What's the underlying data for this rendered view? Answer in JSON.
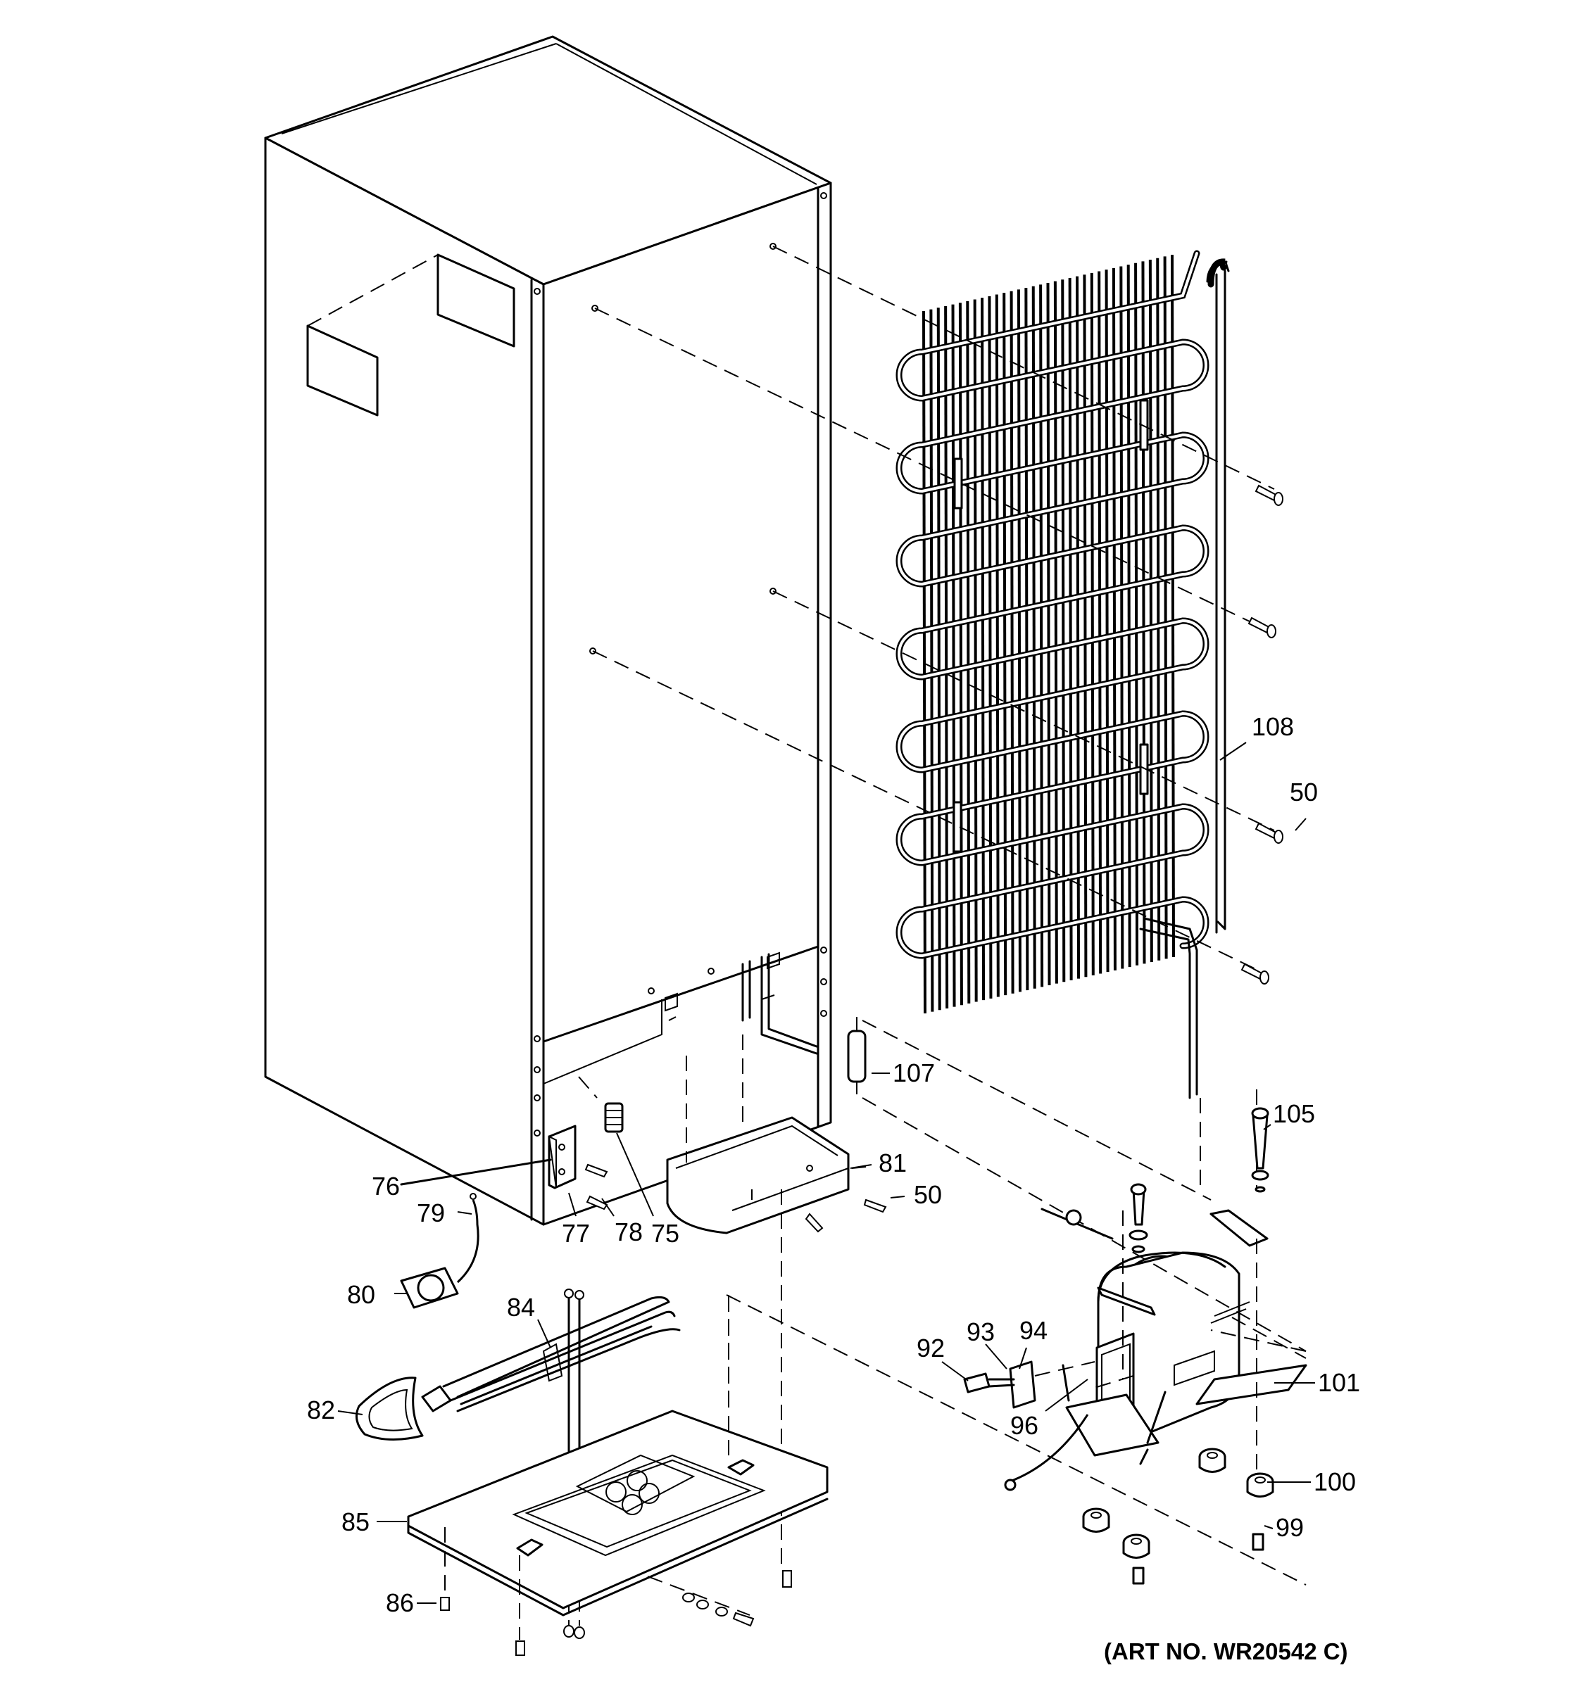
{
  "labels": {
    "l108": "108",
    "l50a": "50",
    "l107": "107",
    "l105": "105",
    "l81": "81",
    "l50b": "50",
    "l76": "76",
    "l79": "79",
    "l77": "77",
    "l78": "78",
    "l75": "75",
    "l80": "80",
    "l84": "84",
    "l82": "82",
    "l92": "92",
    "l93": "93",
    "l94": "94",
    "l96": "96",
    "l101": "101",
    "l85": "85",
    "l100": "100",
    "l99": "99",
    "l86": "86"
  },
  "art_number": "(ART NO. WR20542 C)",
  "colors": {
    "line": "#000000",
    "background": "#ffffff"
  }
}
